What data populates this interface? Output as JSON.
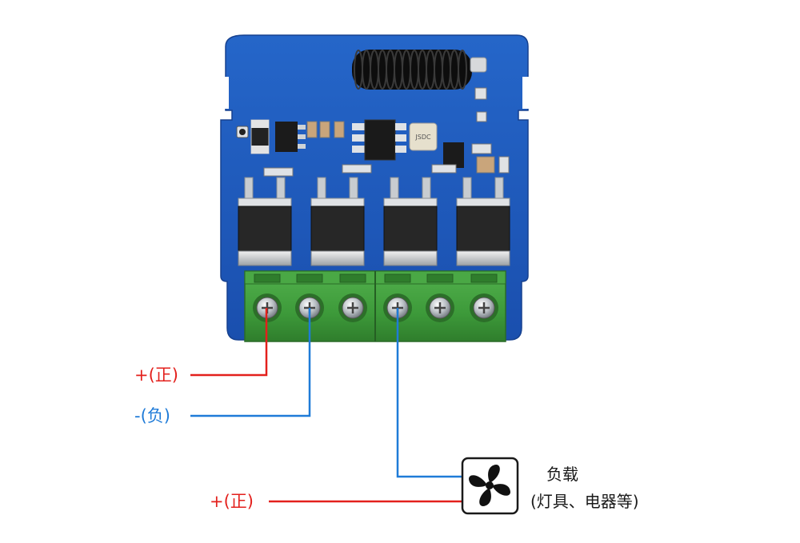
{
  "labels": {
    "positive_terminal": "+(正)",
    "negative_terminal": "-(负)",
    "load_positive": "+(正)",
    "load_title": "负载",
    "load_desc": "(灯具、电器等)"
  },
  "crystal_marking": "JSDC",
  "colors": {
    "pcb": "#1f58b8",
    "pcb_dark": "#173f8a",
    "terminal_block": "#3d9a3a",
    "terminal_dark": "#2b6e29",
    "positive_wire": "#e3201c",
    "negative_wire": "#1f7bd8",
    "load_wire": "#1f7bd8",
    "mosfet_body": "#2b2b2b",
    "antenna": "#111111",
    "background": "#ffffff"
  },
  "icons": {
    "load": "fan-icon"
  }
}
